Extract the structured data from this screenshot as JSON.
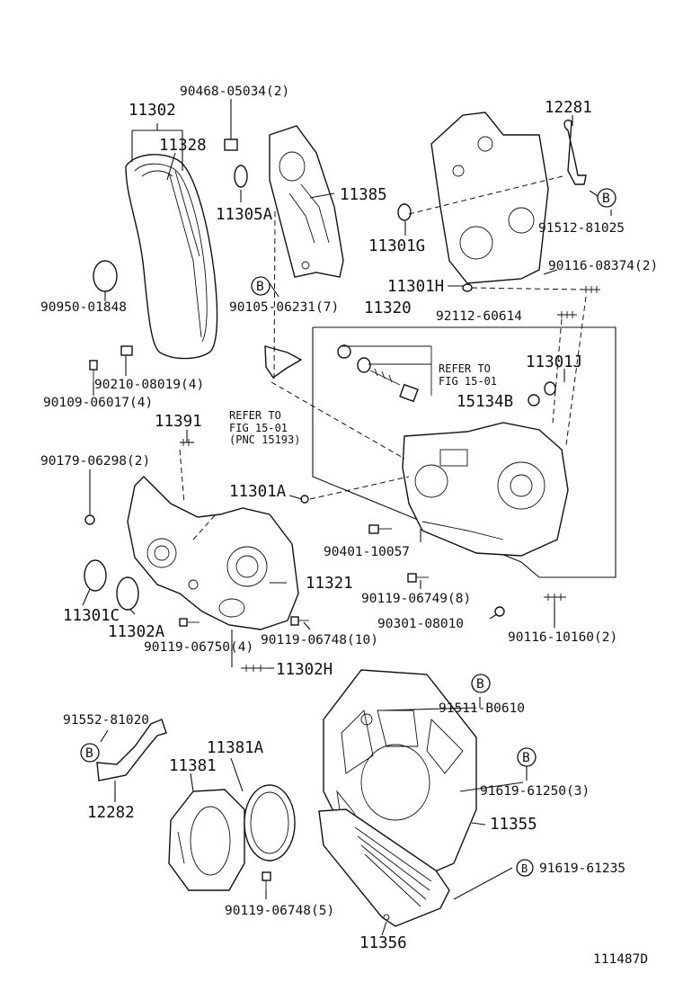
{
  "diagram_id": "111487D",
  "labels": {
    "p11302": "11302",
    "p11328": "11328",
    "p90468": "90468-05034(2)",
    "p11305A": "11305A",
    "p11385": "11385",
    "p12281": "12281",
    "p91512": "91512-81025",
    "p11301G": "11301G",
    "p90116a": "90116-08374(2)",
    "p11301H": "11301H",
    "p90950": "90950-01848",
    "p90105": "90105-06231(7)",
    "p11320": "11320",
    "p92112": "92112-60614",
    "p90210": "90210-08019(4)",
    "p90109": "90109-06017(4)",
    "p11391": "11391",
    "p11301J": "11301J",
    "p15134B": "15134B",
    "p90179": "90179-06298(2)",
    "p11301A": "11301A",
    "p90401": "90401-10057",
    "p11321": "11321",
    "p90119a": "90119-06749(8)",
    "p11301C": "11301C",
    "p11302A": "11302A",
    "p90301": "90301-08010",
    "p90116b": "90116-10160(2)",
    "p90119b": "90119-06750(4)",
    "p90119c": "90119-06748(10)",
    "p11302H": "11302H",
    "p91511": "91511-B0610",
    "p91552": "91552-81020",
    "p11381A": "11381A",
    "p11381": "11381",
    "p91619a": "91619-61250(3)",
    "p12282": "12282",
    "p11355": "11355",
    "p91619b": "91619-61235",
    "p90119d": "90119-06748(5)",
    "p11356": "11356"
  },
  "refs": {
    "ref1_line1": "REFER TO",
    "ref1_line2": "FIG 15-01",
    "ref2_line1": "REFER TO",
    "ref2_line2": "FIG 15-01",
    "ref2_line3": "(PNC 15193)"
  },
  "callout_letter": "B"
}
